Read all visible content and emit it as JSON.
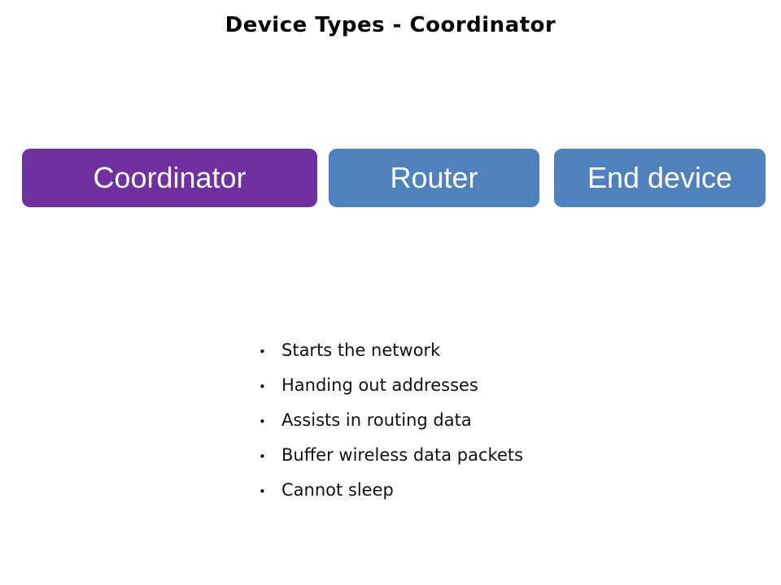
{
  "slide": {
    "title": "Device Types - Coordinator"
  },
  "device_buttons": [
    {
      "label": "Coordinator",
      "color": "#7030A0",
      "highlighted": true
    },
    {
      "label": "Router",
      "color": "#4F81BD",
      "highlighted": false
    },
    {
      "label": "End device",
      "color": "#4F81BD",
      "highlighted": false
    }
  ],
  "bullets": {
    "marker": "•",
    "items": [
      "Starts the network",
      "Handing out addresses",
      "Assists in routing data",
      "Buffer wireless data packets",
      "Cannot sleep"
    ]
  },
  "colors": {
    "background": "#FFFFFF",
    "title_text": "#000000",
    "button_text": "#FFFFFF",
    "accent_purple": "#7030A0",
    "accent_blue": "#4F81BD"
  }
}
